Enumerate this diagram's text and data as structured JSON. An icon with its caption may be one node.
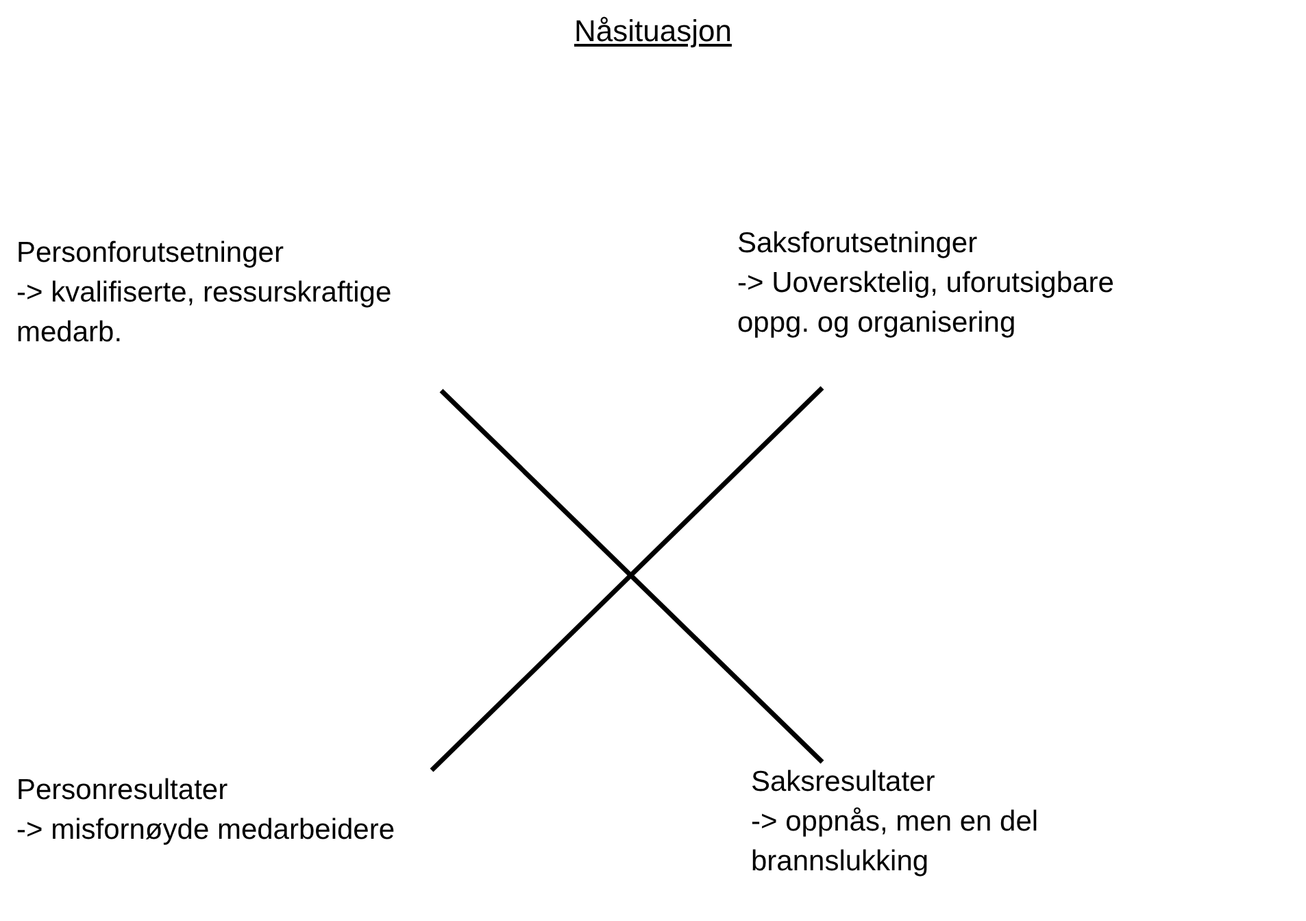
{
  "diagram": {
    "title": "Nåsituasjon",
    "nodes": [
      {
        "text": [
          "Personforutsetninger",
          "-> kvalifiserte, ressurskraftige medarb."
        ]
      },
      {
        "text": [
          "Saksforutsetninger",
          "-> Uoversktelig, uforutsigbare oppg. og organisering"
        ]
      },
      {
        "text": [
          "Personresultater",
          "-> misfornøyde medarbeidere"
        ]
      },
      {
        "text": [
          "Saksresultater",
          "-> oppnås, men en del brannslukking"
        ]
      }
    ],
    "edges": [
      {
        "from": 0,
        "to": 3,
        "arrow": "none"
      },
      {
        "from": 1,
        "to": 2,
        "arrow": "none"
      }
    ]
  }
}
